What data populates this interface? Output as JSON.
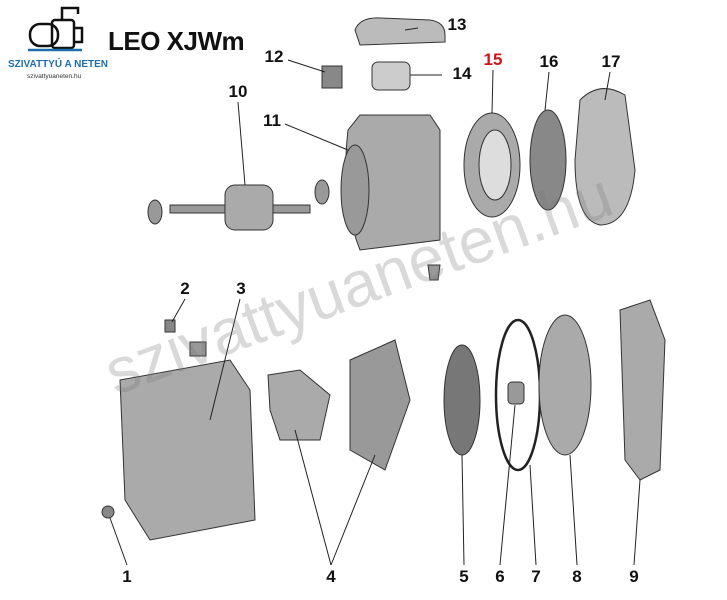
{
  "header": {
    "title": "LEO XJWm",
    "brand": "SZIVATTYÚ A NETEN",
    "site": "szivattyuaneten.hu"
  },
  "watermark": "szivattyuaneten.hu",
  "labels": {
    "p1": "1",
    "p2": "2",
    "p3": "3",
    "p4": "4",
    "p5": "5",
    "p6": "6",
    "p7": "7",
    "p8": "8",
    "p9": "9",
    "p10": "10",
    "p11": "11",
    "p12": "12",
    "p13": "13",
    "p14": "14",
    "p15": "15",
    "p16": "16",
    "p17": "17"
  },
  "colors": {
    "highlight": "#d0141c",
    "brand": "#1e6fa8"
  }
}
